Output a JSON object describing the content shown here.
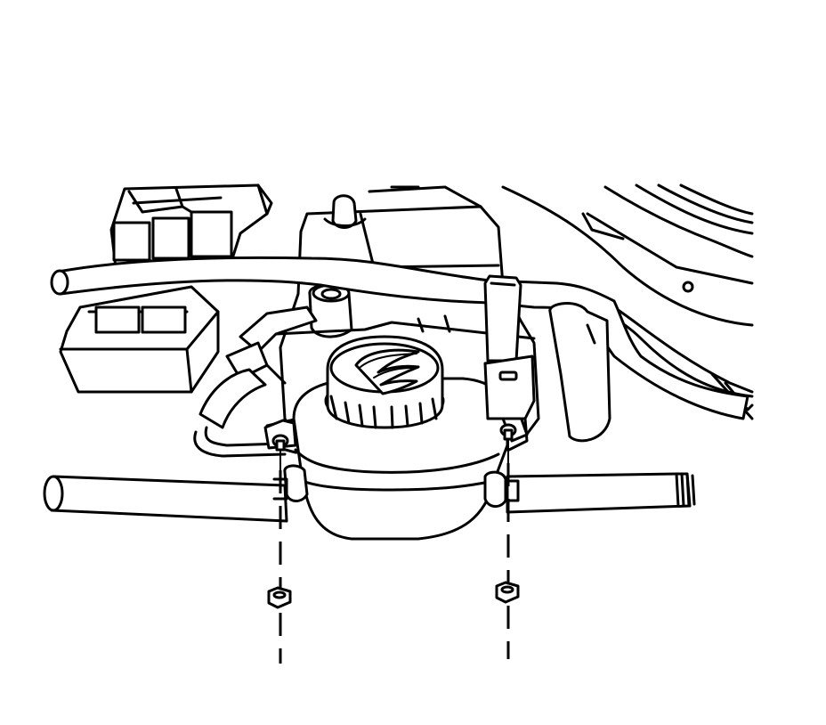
{
  "diagram": {
    "kind": "line-art service illustration",
    "line_color": "#000000",
    "background_color": "#ffffff",
    "components": [
      {
        "id": "relay-center",
        "icon": "relay-block-icon"
      },
      {
        "id": "coolant-tank",
        "icon": "reservoir-icon"
      },
      {
        "id": "power-steering-reservoir",
        "icon": "reservoir-cap-icon"
      },
      {
        "id": "upper-hose",
        "icon": "hose-icon"
      },
      {
        "id": "lower-hose",
        "icon": "hose-icon"
      },
      {
        "id": "left-fastener",
        "icon": "nut-icon"
      },
      {
        "id": "right-fastener",
        "icon": "nut-icon"
      }
    ]
  }
}
